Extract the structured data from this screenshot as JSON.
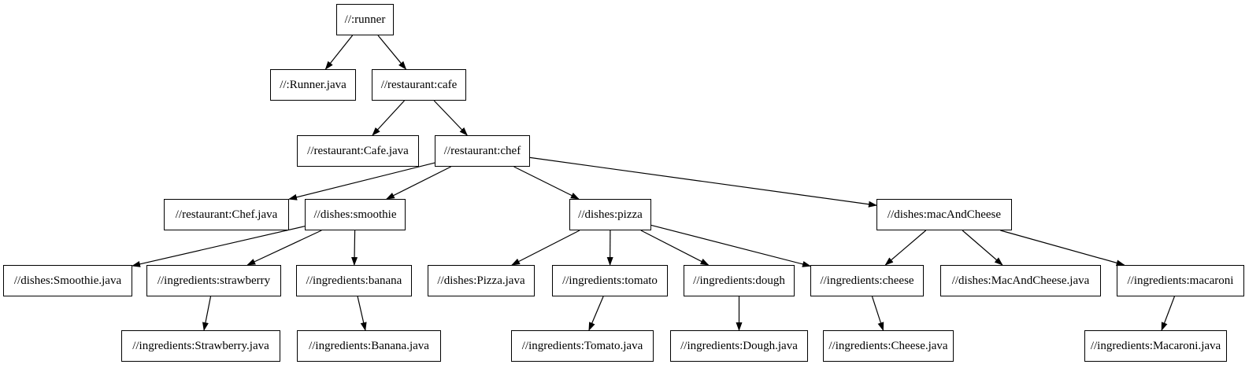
{
  "colors": {
    "background": "#ffffff",
    "node_border": "#000000",
    "node_fill": "#ffffff",
    "edge": "#000000",
    "text": "#000000"
  },
  "graph": {
    "type": "dependency-graph",
    "nodes": [
      {
        "id": "runner",
        "label": "//:runner"
      },
      {
        "id": "runner_java",
        "label": "//:Runner.java"
      },
      {
        "id": "cafe",
        "label": "//restaurant:cafe"
      },
      {
        "id": "cafe_java",
        "label": "//restaurant:Cafe.java"
      },
      {
        "id": "chef",
        "label": "//restaurant:chef"
      },
      {
        "id": "chef_java",
        "label": "//restaurant:Chef.java"
      },
      {
        "id": "smoothie",
        "label": "//dishes:smoothie"
      },
      {
        "id": "pizza",
        "label": "//dishes:pizza"
      },
      {
        "id": "mac_and_cheese",
        "label": "//dishes:macAndCheese"
      },
      {
        "id": "smoothie_java",
        "label": "//dishes:Smoothie.java"
      },
      {
        "id": "strawberry",
        "label": "//ingredients:strawberry"
      },
      {
        "id": "banana",
        "label": "//ingredients:banana"
      },
      {
        "id": "pizza_java",
        "label": "//dishes:Pizza.java"
      },
      {
        "id": "tomato",
        "label": "//ingredients:tomato"
      },
      {
        "id": "dough",
        "label": "//ingredients:dough"
      },
      {
        "id": "cheese",
        "label": "//ingredients:cheese"
      },
      {
        "id": "mac_and_cheese_java",
        "label": "//dishes:MacAndCheese.java"
      },
      {
        "id": "macaroni",
        "label": "//ingredients:macaroni"
      },
      {
        "id": "strawberry_java",
        "label": "//ingredients:Strawberry.java"
      },
      {
        "id": "banana_java",
        "label": "//ingredients:Banana.java"
      },
      {
        "id": "tomato_java",
        "label": "//ingredients:Tomato.java"
      },
      {
        "id": "dough_java",
        "label": "//ingredients:Dough.java"
      },
      {
        "id": "cheese_java",
        "label": "//ingredients:Cheese.java"
      },
      {
        "id": "macaroni_java",
        "label": "//ingredients:Macaroni.java"
      }
    ],
    "edges": [
      [
        "runner",
        "runner_java"
      ],
      [
        "runner",
        "cafe"
      ],
      [
        "cafe",
        "cafe_java"
      ],
      [
        "cafe",
        "chef"
      ],
      [
        "chef",
        "chef_java"
      ],
      [
        "chef",
        "smoothie"
      ],
      [
        "chef",
        "pizza"
      ],
      [
        "chef",
        "mac_and_cheese"
      ],
      [
        "smoothie",
        "smoothie_java"
      ],
      [
        "smoothie",
        "strawberry"
      ],
      [
        "smoothie",
        "banana"
      ],
      [
        "strawberry",
        "strawberry_java"
      ],
      [
        "banana",
        "banana_java"
      ],
      [
        "pizza",
        "pizza_java"
      ],
      [
        "pizza",
        "tomato"
      ],
      [
        "pizza",
        "dough"
      ],
      [
        "pizza",
        "cheese"
      ],
      [
        "tomato",
        "tomato_java"
      ],
      [
        "dough",
        "dough_java"
      ],
      [
        "cheese",
        "cheese_java"
      ],
      [
        "mac_and_cheese",
        "cheese"
      ],
      [
        "mac_and_cheese",
        "mac_and_cheese_java"
      ],
      [
        "mac_and_cheese",
        "macaroni"
      ],
      [
        "macaroni",
        "macaroni_java"
      ]
    ]
  }
}
